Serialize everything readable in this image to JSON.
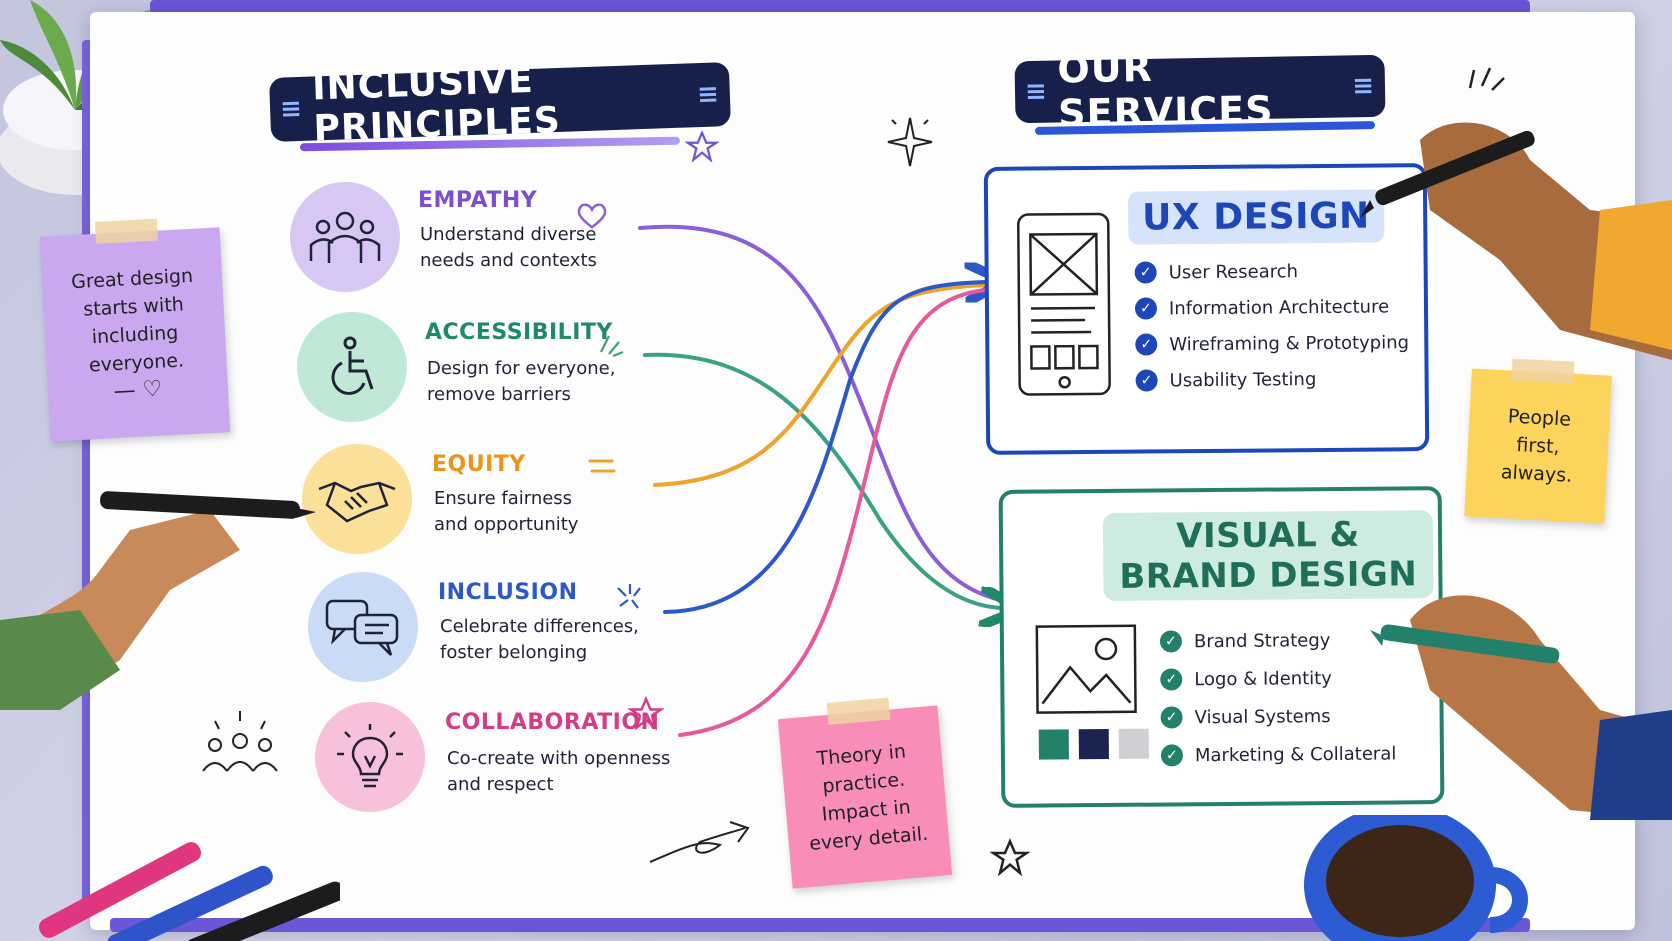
{
  "headers": {
    "principles": "INCLUSIVE PRINCIPLES",
    "services": "OUR SERVICES"
  },
  "principles": [
    {
      "title": "EMPATHY",
      "desc1": "Understand diverse",
      "desc2": "needs and contexts",
      "color": "#7b4fd0",
      "bg": "#d9c7f3",
      "icon": "people-group-icon"
    },
    {
      "title": "ACCESSIBILITY",
      "desc1": "Design for everyone,",
      "desc2": "remove barriers",
      "color": "#1f8a6b",
      "bg": "#bfe8d6",
      "icon": "wheelchair-icon"
    },
    {
      "title": "EQUITY",
      "desc1": "Ensure fairness",
      "desc2": "and opportunity",
      "color": "#e8951a",
      "bg": "#fbe09a",
      "icon": "handshake-icon"
    },
    {
      "title": "INCLUSION",
      "desc1": "Celebrate differences,",
      "desc2": "foster belonging",
      "color": "#2c58c8",
      "bg": "#c9dbf7",
      "icon": "chat-bubbles-icon"
    },
    {
      "title": "COLLABORATION",
      "desc1": "Co-create with openness",
      "desc2": "and respect",
      "color": "#d63b87",
      "bg": "#f7c1dc",
      "icon": "lightbulb-icon"
    }
  ],
  "services": {
    "ux": {
      "title": "UX DESIGN",
      "color": "#1d47b8",
      "items": [
        "User Research",
        "Information Architecture",
        "Wireframing & Prototyping",
        "Usability Testing"
      ]
    },
    "visual": {
      "title_line1": "VISUAL &",
      "title_line2": "BRAND DESIGN",
      "color": "#23806a",
      "items": [
        "Brand Strategy",
        "Logo & Identity",
        "Visual Systems",
        "Marketing & Collateral"
      ],
      "swatches": [
        "#23806a",
        "#1b2350",
        "#cfcfd4"
      ]
    }
  },
  "notes": {
    "purple": {
      "lines": [
        "Great design",
        "starts with",
        "including",
        "everyone."
      ],
      "color": "#c9a8f0"
    },
    "yellow": {
      "lines": [
        "People",
        "first,",
        "always."
      ],
      "color": "#fcd45c"
    },
    "pink": {
      "lines": [
        "Theory in",
        "practice.",
        "Impact in",
        "every detail."
      ],
      "color": "#f98db9"
    }
  }
}
